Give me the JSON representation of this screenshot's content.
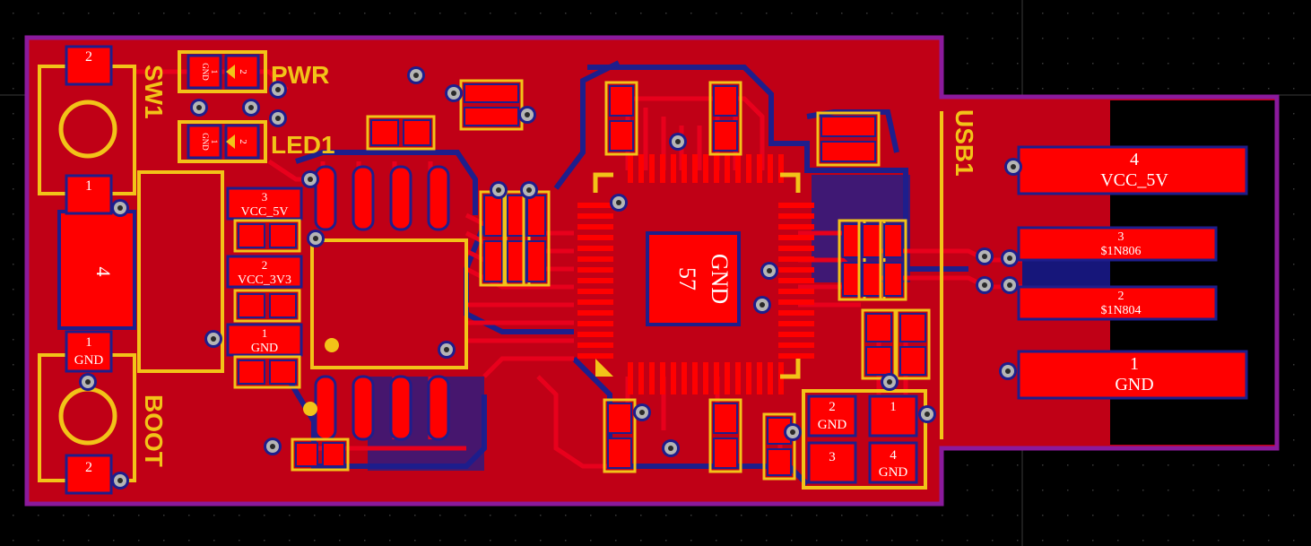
{
  "colors": {
    "background": "#000000",
    "board_copper": "#c00016",
    "trace": "#e8001c",
    "pad": "#ff0000",
    "clearance_outline": "#1e1e8c",
    "board_edge": "#8b1a9c",
    "silkscreen": "#f2c318",
    "via": "#b5b5b5",
    "grid": "#333333"
  },
  "silkscreen": {
    "sw1": "SW1",
    "boot": "BOOT",
    "pwr": "PWR",
    "led1": "LED1",
    "usb1": "USB1",
    "gnd_small": "GND",
    "one": "1",
    "two": "2"
  },
  "pads": {
    "sw1_top": "2",
    "sw1_bottom": "1",
    "regulator_tab": "4",
    "boot_top_num": "1",
    "boot_top_net": "GND",
    "boot_bottom": "2",
    "reg_pin3_num": "3",
    "reg_pin3_net": "VCC_5V",
    "reg_pin2_num": "2",
    "reg_pin2_net": "VCC_3V3",
    "reg_pin1_num": "1",
    "reg_pin1_net": "GND",
    "mcu_center_net": "GND",
    "mcu_center_num": "57",
    "xtal_2_num": "2",
    "xtal_2_net": "GND",
    "xtal_1_num": "1",
    "xtal_3_num": "3",
    "xtal_4_num": "4",
    "xtal_4_net": "GND",
    "usb_4_num": "4",
    "usb_4_net": "VCC_5V",
    "usb_3_num": "3",
    "usb_3_net": "$1N806",
    "usb_2_num": "2",
    "usb_2_net": "$1N804",
    "usb_1_num": "1",
    "usb_1_net": "GND"
  }
}
